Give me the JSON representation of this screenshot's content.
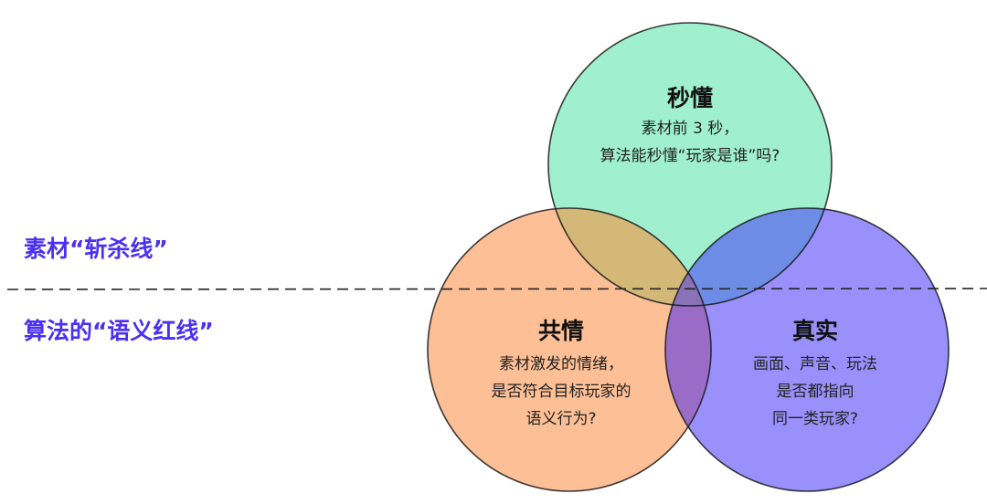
{
  "side_labels": {
    "upper": "素材“斩杀线”",
    "lower": "算法的“语义红线”"
  },
  "circles": [
    {
      "id": "top",
      "title": "秒懂",
      "lines": [
        "素材前 3 秒，",
        "算法能秒懂“玩家是谁”吗?"
      ],
      "color": "#a0f0d0"
    },
    {
      "id": "left",
      "title": "共情",
      "lines": [
        "素材激发的情绪，",
        "是否符合目标玩家的",
        "语义行为?"
      ],
      "color": "#fdbf96"
    },
    {
      "id": "right",
      "title": "真实",
      "lines": [
        "画面、声音、玩法",
        "是否都指向",
        "同一类玩家?"
      ],
      "color": "#9a90fb"
    }
  ],
  "colors": {
    "accent": "#4a30f0",
    "overlap_top_left": "#d4b878",
    "overlap_top_right": "#6c8ce6",
    "overlap_left_right": "#9a6cc8",
    "overlap_all": "#8a72b8"
  }
}
